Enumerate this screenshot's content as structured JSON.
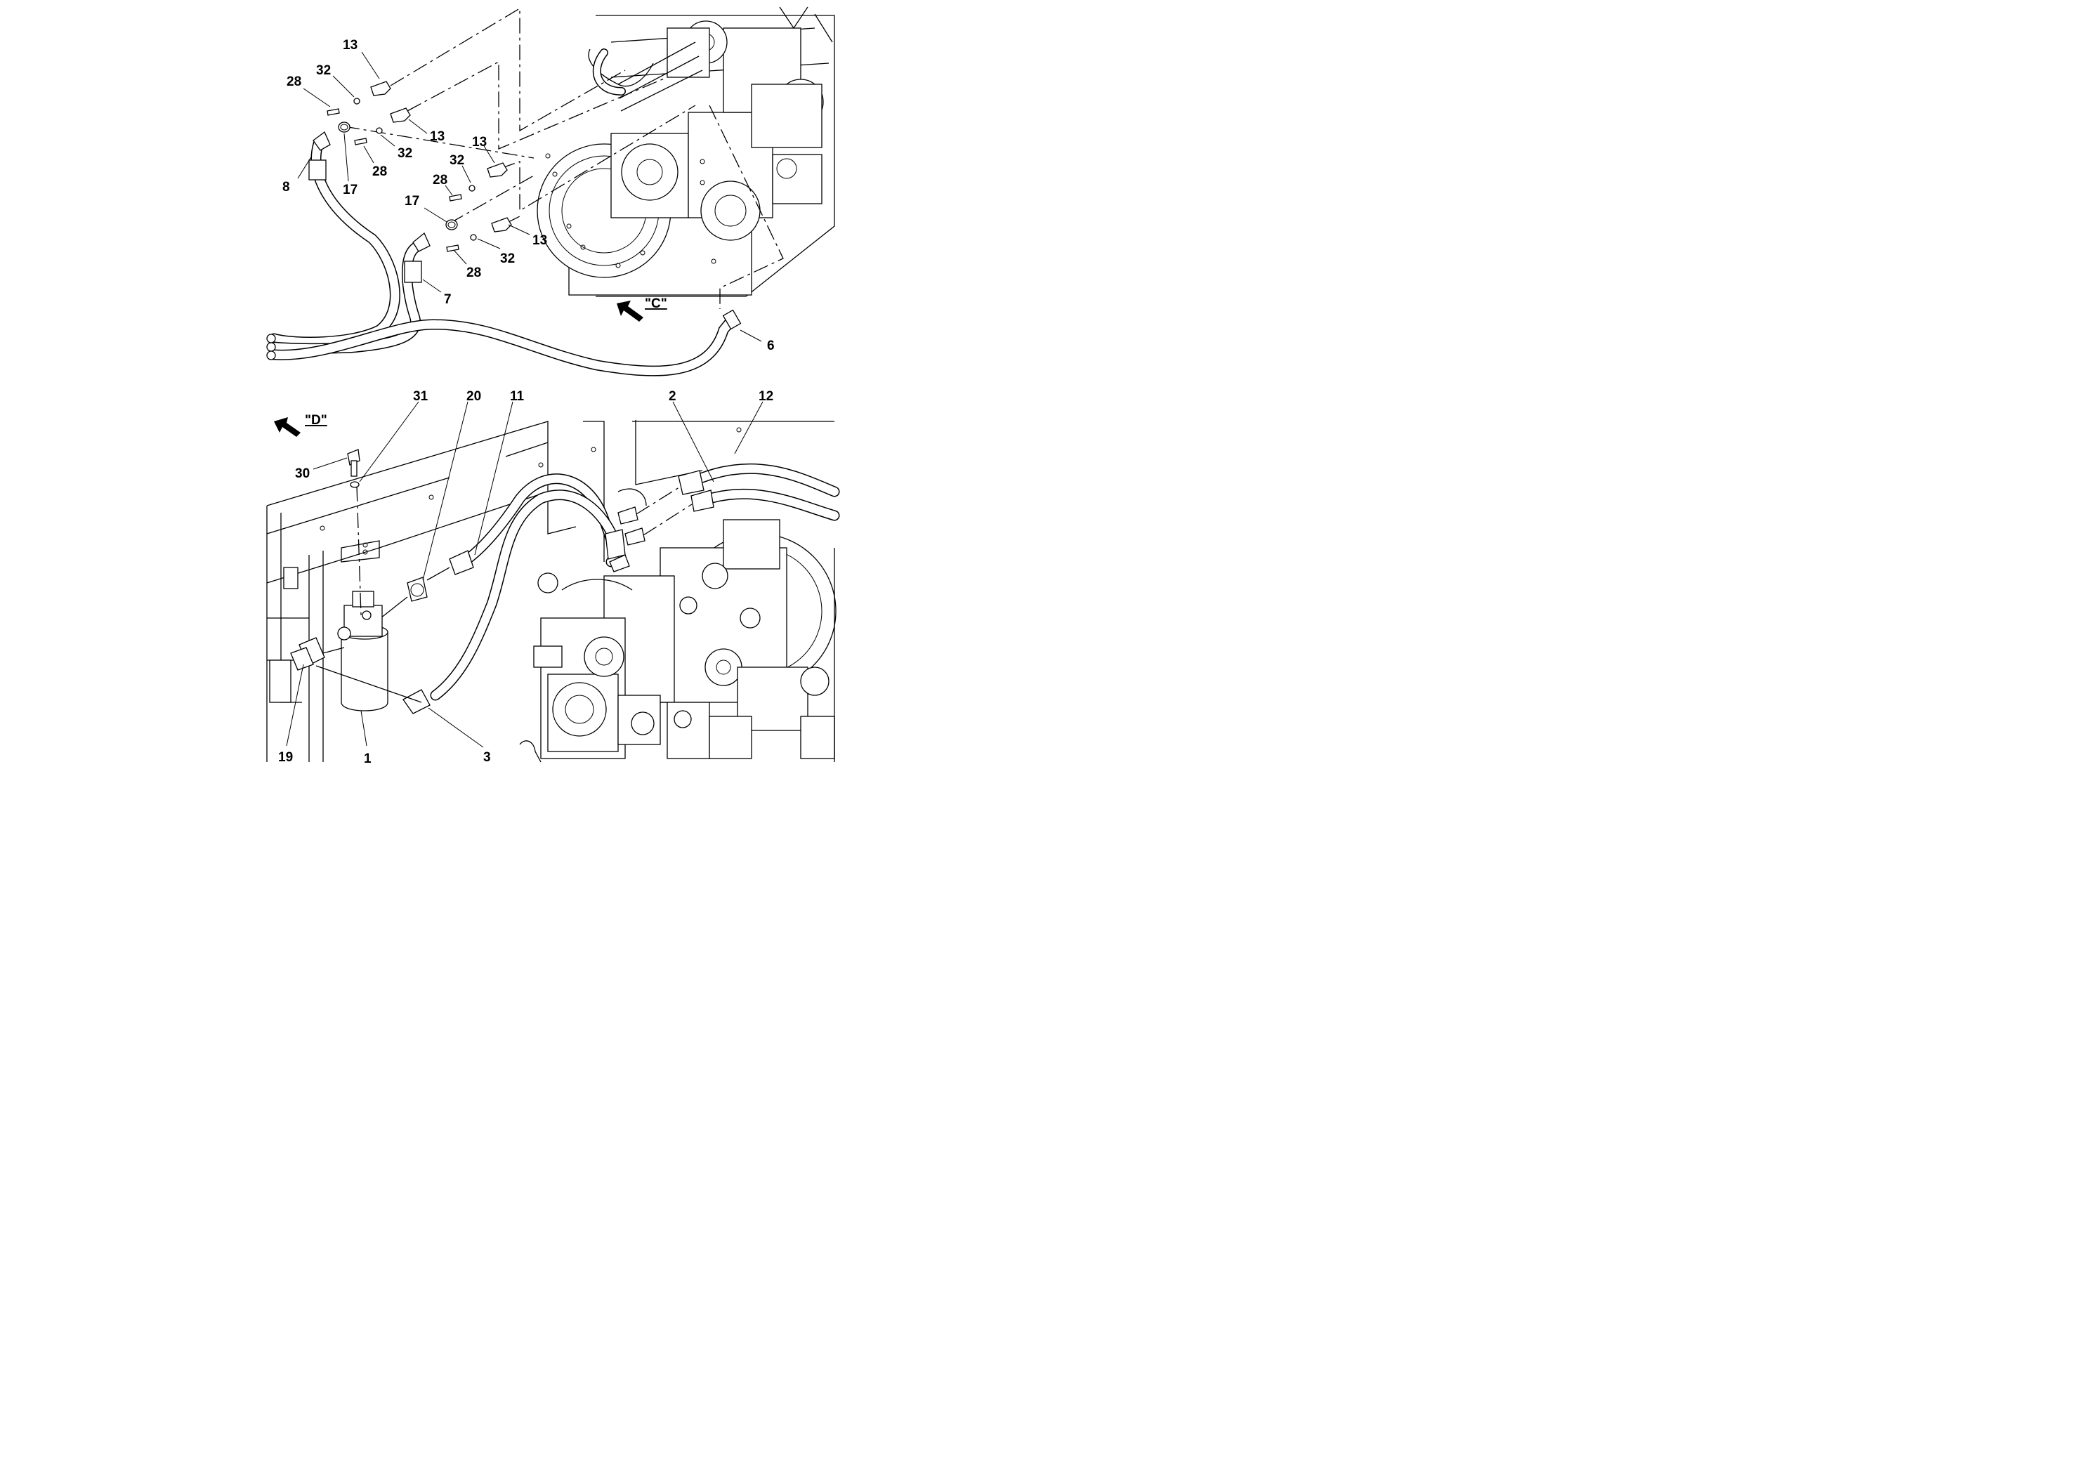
{
  "views": [
    {
      "id": "C",
      "label": "\"C\""
    },
    {
      "id": "D",
      "label": "\"D\""
    }
  ],
  "callouts_top": [
    "13",
    "32",
    "28",
    "13",
    "32",
    "28",
    "8",
    "17",
    "13",
    "32",
    "28",
    "17",
    "13",
    "32",
    "28",
    "7",
    "6"
  ],
  "callouts_bottom": [
    "31",
    "20",
    "11",
    "2",
    "12",
    "30",
    "19",
    "1",
    "3"
  ]
}
